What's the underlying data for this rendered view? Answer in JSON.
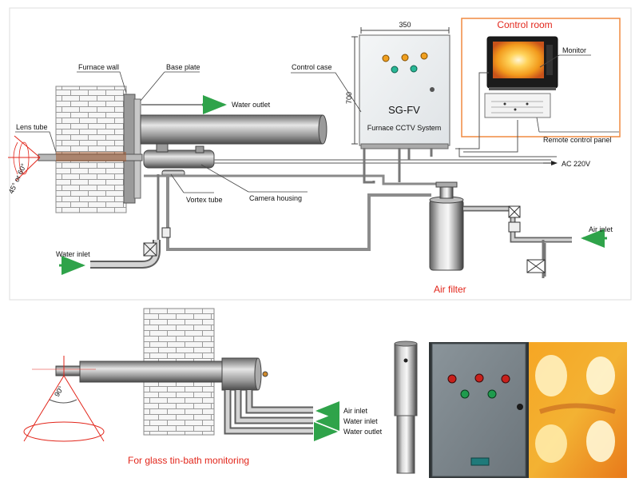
{
  "top_diagram": {
    "labels": {
      "furnace_wall": "Furnace wall",
      "base_plate": "Base plate",
      "water_outlet": "Water outlet",
      "lens_tube": "Lens tube",
      "angle": "45° or 60°",
      "vortex_tube": "Vortex tube",
      "camera_housing": "Camera housing",
      "water_inlet": "Water inlet",
      "control_case": "Control case",
      "width_dim": "350",
      "height_dim": "700",
      "case_title": "SG-FV",
      "case_subtitle": "Furnace  CCTV  System",
      "control_room": "Control room",
      "monitor": "Monitor",
      "remote_panel": "Remote control panel",
      "ac": "AC 220V",
      "air_inlet": "Air inlet",
      "air_filter": "Air filter"
    }
  },
  "bottom_diagram": {
    "labels": {
      "angle": "90°",
      "air_inlet": "Air inlet",
      "water_inlet": "Water inlet",
      "water_outlet": "Water outlet",
      "caption": "For glass tin-bath monitoring"
    }
  },
  "colors": {
    "accent_red": "#e2261b",
    "arrow_green": "#2fa34a",
    "brick": "#f4f4f4",
    "panel_gray": "#7b858c"
  }
}
